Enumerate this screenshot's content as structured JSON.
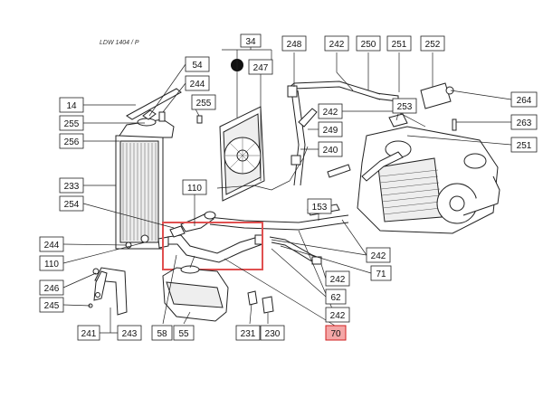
{
  "ref_code": "LDW 1404 / P",
  "highlight_color": "#e05050",
  "label_box_color": "#ffffff",
  "highlight_label_color": "#f4a7a7",
  "labels": [
    {
      "id": "34",
      "text": "34"
    },
    {
      "id": "248",
      "text": "248"
    },
    {
      "id": "242a",
      "text": "242"
    },
    {
      "id": "250",
      "text": "250"
    },
    {
      "id": "251a",
      "text": "251"
    },
    {
      "id": "252",
      "text": "252"
    },
    {
      "id": "54",
      "text": "54"
    },
    {
      "id": "247",
      "text": "247"
    },
    {
      "id": "244a",
      "text": "244"
    },
    {
      "id": "255a",
      "text": "255"
    },
    {
      "id": "264",
      "text": "264"
    },
    {
      "id": "14",
      "text": "14"
    },
    {
      "id": "242b",
      "text": "242"
    },
    {
      "id": "253",
      "text": "253"
    },
    {
      "id": "255b",
      "text": "255"
    },
    {
      "id": "263",
      "text": "263"
    },
    {
      "id": "249",
      "text": "249"
    },
    {
      "id": "256",
      "text": "256"
    },
    {
      "id": "240",
      "text": "240"
    },
    {
      "id": "251b",
      "text": "251"
    },
    {
      "id": "233",
      "text": "233"
    },
    {
      "id": "110a",
      "text": "110"
    },
    {
      "id": "254",
      "text": "254"
    },
    {
      "id": "153",
      "text": "153"
    },
    {
      "id": "244b",
      "text": "244"
    },
    {
      "id": "242c",
      "text": "242"
    },
    {
      "id": "110b",
      "text": "110"
    },
    {
      "id": "71",
      "text": "71"
    },
    {
      "id": "242d",
      "text": "242"
    },
    {
      "id": "246",
      "text": "246"
    },
    {
      "id": "62",
      "text": "62"
    },
    {
      "id": "245",
      "text": "245"
    },
    {
      "id": "242e",
      "text": "242"
    },
    {
      "id": "241",
      "text": "241"
    },
    {
      "id": "243",
      "text": "243"
    },
    {
      "id": "58",
      "text": "58"
    },
    {
      "id": "55",
      "text": "55"
    },
    {
      "id": "231",
      "text": "231"
    },
    {
      "id": "230",
      "text": "230"
    },
    {
      "id": "70",
      "text": "70"
    }
  ]
}
